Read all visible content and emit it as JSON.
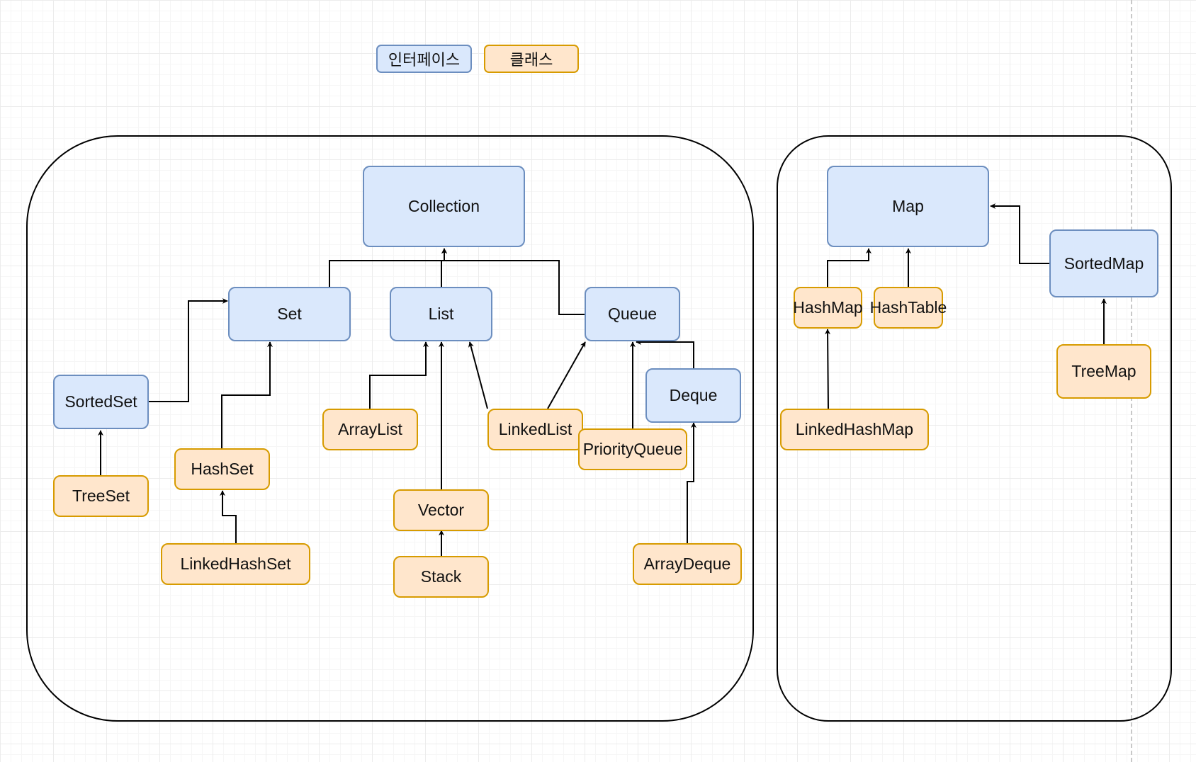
{
  "legend": {
    "interface_label": "인터페이스",
    "class_label": "클래스"
  },
  "colors": {
    "interface_fill": "#dae8fc",
    "interface_border": "#6c8ebf",
    "class_fill": "#ffe6cc",
    "class_border": "#d79b00",
    "edge": "#000000"
  },
  "groups": [
    {
      "id": "collection-group"
    },
    {
      "id": "map-group"
    }
  ],
  "nodes": {
    "collection": "Collection",
    "set": "Set",
    "list": "List",
    "queue": "Queue",
    "sortedset": "SortedSet",
    "treeset": "TreeSet",
    "hashset": "HashSet",
    "linkedhashset": "LinkedHashSet",
    "arraylist": "ArrayList",
    "vector": "Vector",
    "stack": "Stack",
    "linkedlist": "LinkedList",
    "deque": "Deque",
    "priorityqueue": "PriorityQueue",
    "arraydeque": "ArrayDeque",
    "map": "Map",
    "hashmap": "HashMap",
    "hashtable": "HashTable",
    "linkedhashmap": "LinkedHashMap",
    "sortedmap": "SortedMap",
    "treemap": "TreeMap"
  },
  "edges": [
    {
      "from": "set",
      "to": "collection"
    },
    {
      "from": "list",
      "to": "collection"
    },
    {
      "from": "queue",
      "to": "collection"
    },
    {
      "from": "sortedset",
      "to": "set"
    },
    {
      "from": "hashset",
      "to": "set"
    },
    {
      "from": "treeset",
      "to": "sortedset"
    },
    {
      "from": "linkedhashset",
      "to": "hashset"
    },
    {
      "from": "arraylist",
      "to": "list"
    },
    {
      "from": "vector",
      "to": "list"
    },
    {
      "from": "stack",
      "to": "vector"
    },
    {
      "from": "linkedlist",
      "to": "list"
    },
    {
      "from": "linkedlist",
      "to": "queue"
    },
    {
      "from": "priorityqueue",
      "to": "queue"
    },
    {
      "from": "deque",
      "to": "queue"
    },
    {
      "from": "arraydeque",
      "to": "deque"
    },
    {
      "from": "hashmap",
      "to": "map"
    },
    {
      "from": "hashtable",
      "to": "map"
    },
    {
      "from": "sortedmap",
      "to": "map"
    },
    {
      "from": "linkedhashmap",
      "to": "hashmap"
    },
    {
      "from": "treemap",
      "to": "sortedmap"
    }
  ]
}
